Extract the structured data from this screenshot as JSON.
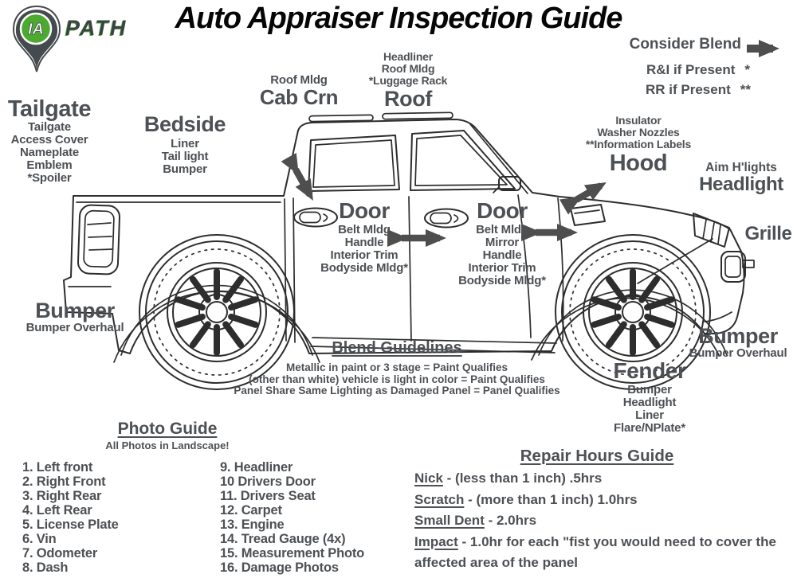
{
  "colors": {
    "accent_green": "#4caa30",
    "text_gray": "#4d5054",
    "line_color": "#2d2d2d",
    "arrow_color": "#4e4e4e",
    "title_color": "#060606"
  },
  "logo": {
    "ia": "IA",
    "path": "PATH"
  },
  "title": "Auto Appraiser Inspection Guide",
  "legend": {
    "consider_blend": "Consider Blend",
    "ri": "R&I if Present",
    "ri_mark": "*",
    "rr": "RR if Present",
    "rr_mark": "**"
  },
  "labels": {
    "tailgate": {
      "title": "Tailgate",
      "items": [
        "Tailgate",
        "Access Cover",
        "Nameplate",
        "Emblem",
        "*Spoiler"
      ]
    },
    "bedside": {
      "title": "Bedside",
      "items": [
        "Liner",
        "Tail light",
        "Bumper"
      ]
    },
    "cab_crn": {
      "over": "Roof Mldg",
      "title": "Cab Crn"
    },
    "roof": {
      "over": [
        "Headliner",
        "Roof Mldg",
        "*Luggage Rack"
      ],
      "title": "Roof"
    },
    "hood": {
      "over": [
        "Insulator",
        "Washer Nozzles",
        "**Information Labels"
      ],
      "title": "Hood"
    },
    "headlight": {
      "over": "Aim H'lights",
      "title": "Headlight"
    },
    "grille": {
      "title": "Grille"
    },
    "door_rear": {
      "title": "Door",
      "items": [
        "Belt Mldg",
        "Handle",
        "Interior Trim",
        "Bodyside Mldg*"
      ]
    },
    "door_front": {
      "title": "Door",
      "items": [
        "Belt Mldg",
        "Mirror",
        "Handle",
        "Interior Trim",
        "Bodyside Mldg*"
      ]
    },
    "bumper_rear": {
      "title": "Bumper",
      "sub": "Bumper Overhaul"
    },
    "bumper_front": {
      "title": "Bumper",
      "sub": "Bumper Overhaul"
    },
    "fender": {
      "title": "Fender",
      "items": [
        "Bumper",
        "Headlight",
        "Liner",
        "Flare/NPlate*"
      ]
    }
  },
  "blend_guidelines": {
    "title": "Blend Guidelines",
    "lines": [
      "Metallic in paint or 3 stage = Paint Qualifies",
      "(other than white) vehicle is light in color = Paint Qualifies",
      "Panel Share Same Lighting as Damaged Panel = Panel Qualifies"
    ]
  },
  "photo_guide": {
    "title": "Photo Guide",
    "subtitle": "All Photos in Landscape!",
    "col1": [
      "1. Left front",
      "2. Right Front",
      "3. Right Rear",
      "4. Left Rear",
      "5. License Plate",
      "6. Vin",
      "7. Odometer",
      "8. Dash"
    ],
    "col2": [
      "9. Headliner",
      "10 Drivers Door",
      "11. Drivers Seat",
      "12. Carpet",
      "13. Engine",
      "14. Tread Gauge (4x)",
      "15. Measurement Photo",
      "16. Damage Photos"
    ]
  },
  "repair_hours": {
    "title": "Repair Hours Guide",
    "items": [
      {
        "term": "Nick",
        "desc": " - (less than 1 inch) .5hrs"
      },
      {
        "term": "Scratch",
        "desc": " - (more than 1 inch) 1.0hrs"
      },
      {
        "term": "Small Dent",
        "desc": " - 2.0hrs"
      },
      {
        "term": "Impact",
        "desc": " - 1.0hr for each \"fist you would need to cover the affected area of the panel"
      }
    ]
  }
}
